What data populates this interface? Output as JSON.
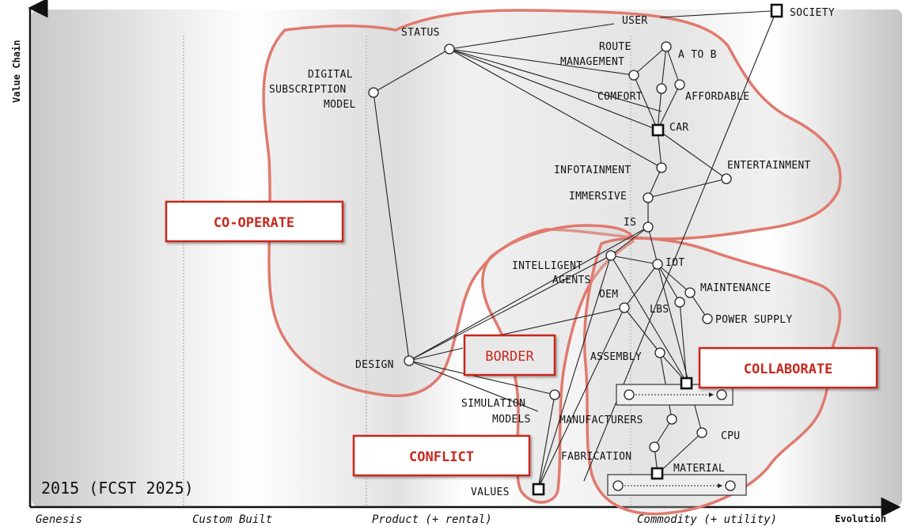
{
  "year_label": "2015 (FCST 2025)",
  "axes": {
    "y_label": "Value Chain",
    "x_end_label": "Evolution",
    "stages": [
      "Genesis",
      "Custom Built",
      "Product (+ rental)",
      "Commodity (+ utility)"
    ]
  },
  "boxes": {
    "cooperate": "CO-OPERATE",
    "border": "BORDER",
    "collaborate": "COLLABORATE",
    "conflict": "CONFLICT"
  },
  "nodes": {
    "society": "SOCIETY",
    "user": "USER",
    "status": "STATUS",
    "route_management_1": "ROUTE",
    "route_management_2": "MANAGEMENT",
    "a_to_b": "A TO B",
    "digital_subscription_1": "DIGITAL",
    "digital_subscription_2": "SUBSCRIPTION",
    "digital_subscription_3": "MODEL",
    "comfort": "COMFORT",
    "affordable": "AFFORDABLE",
    "car": "CAR",
    "infotainment": "INFOTAINMENT",
    "entertainment": "ENTERTAINMENT",
    "immersive": "IMMERSIVE",
    "is": "IS",
    "intelligent_agents_1": "INTELLIGENT",
    "intelligent_agents_2": "AGENTS",
    "iot": "IOT",
    "maintenance": "MAINTENANCE",
    "oem": "OEM",
    "lbs": "LBS",
    "power_supply": "POWER SUPPLY",
    "design": "DESIGN",
    "assembly": "ASSEMBLY",
    "simulation_models_1": "SIMULATION",
    "simulation_models_2": "MODELS",
    "manufacturers": "MANUFACTURERS",
    "cpu": "CPU",
    "fabrication": "FABRICATION",
    "material": "MATERIAL",
    "values": "VALUES"
  },
  "colors": {
    "accent_red": "#c8281c",
    "zone_outline": "#e07a6e",
    "ink": "#111111"
  }
}
